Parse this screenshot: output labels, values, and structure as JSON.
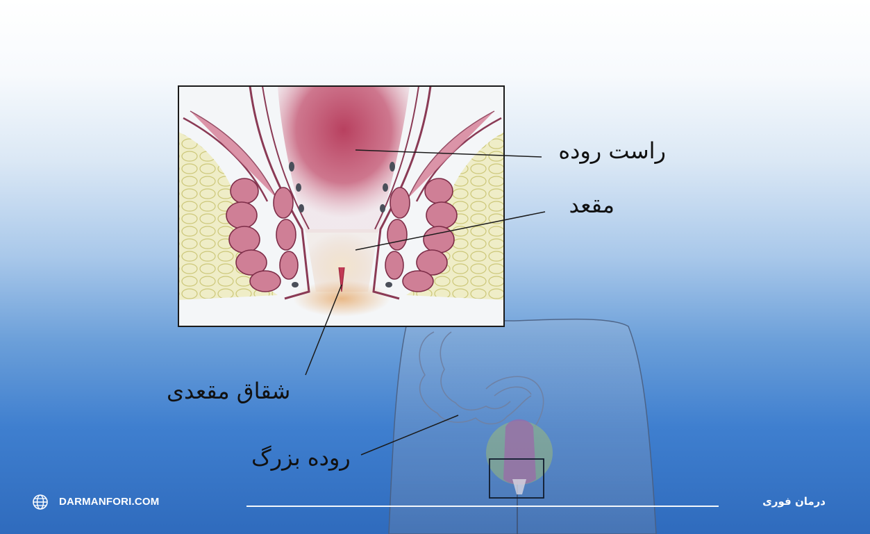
{
  "labels": {
    "rectum": "راست روده",
    "anus": "مقعد",
    "anal_fissure": "شقاق مقعدی",
    "large_intestine": "روده بزرگ"
  },
  "footer": {
    "website": "DARMANFORI.COM",
    "brand": "درمان فوری",
    "website_icon": "globe-icon"
  },
  "colors": {
    "background_top": "#ffffff",
    "background_bottom": "#2f6bbd",
    "rectum_tissue": "#b8405f",
    "muscle": "#c9788f",
    "fat_tissue": "#e6e3a0",
    "inset_border": "#1a1a1a"
  }
}
